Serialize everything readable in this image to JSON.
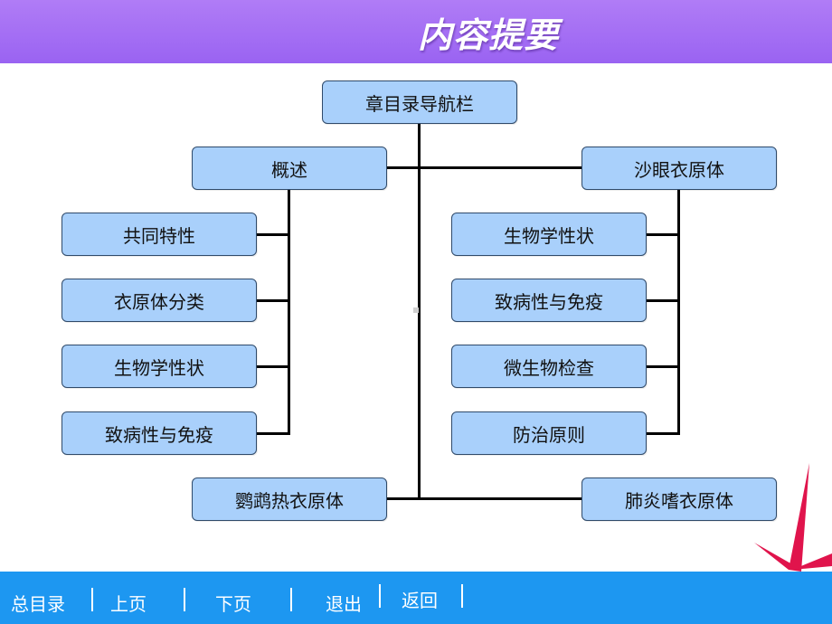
{
  "header": {
    "title": "内容提要"
  },
  "diagram": {
    "root": "章目录导航栏",
    "left_branch": {
      "title": "概述",
      "items": [
        "共同特性",
        "衣原体分类",
        "生物学性状",
        "致病性与免疫"
      ]
    },
    "right_branch": {
      "title": "沙眼衣原体",
      "items": [
        "生物学性状",
        "致病性与免疫",
        "微生物检查",
        "防治原则"
      ]
    },
    "bottom_left": "鹦鹉热衣原体",
    "bottom_right": "肺炎嗜衣原体"
  },
  "footer": {
    "nav": [
      "总目录",
      "上页",
      "下页",
      "退出",
      "返回"
    ]
  },
  "colors": {
    "header_bg": "#9a63f2",
    "box_fill": "#a9d0fb",
    "footer_bg": "#1d97f1",
    "decor_red": "#e0144c"
  }
}
